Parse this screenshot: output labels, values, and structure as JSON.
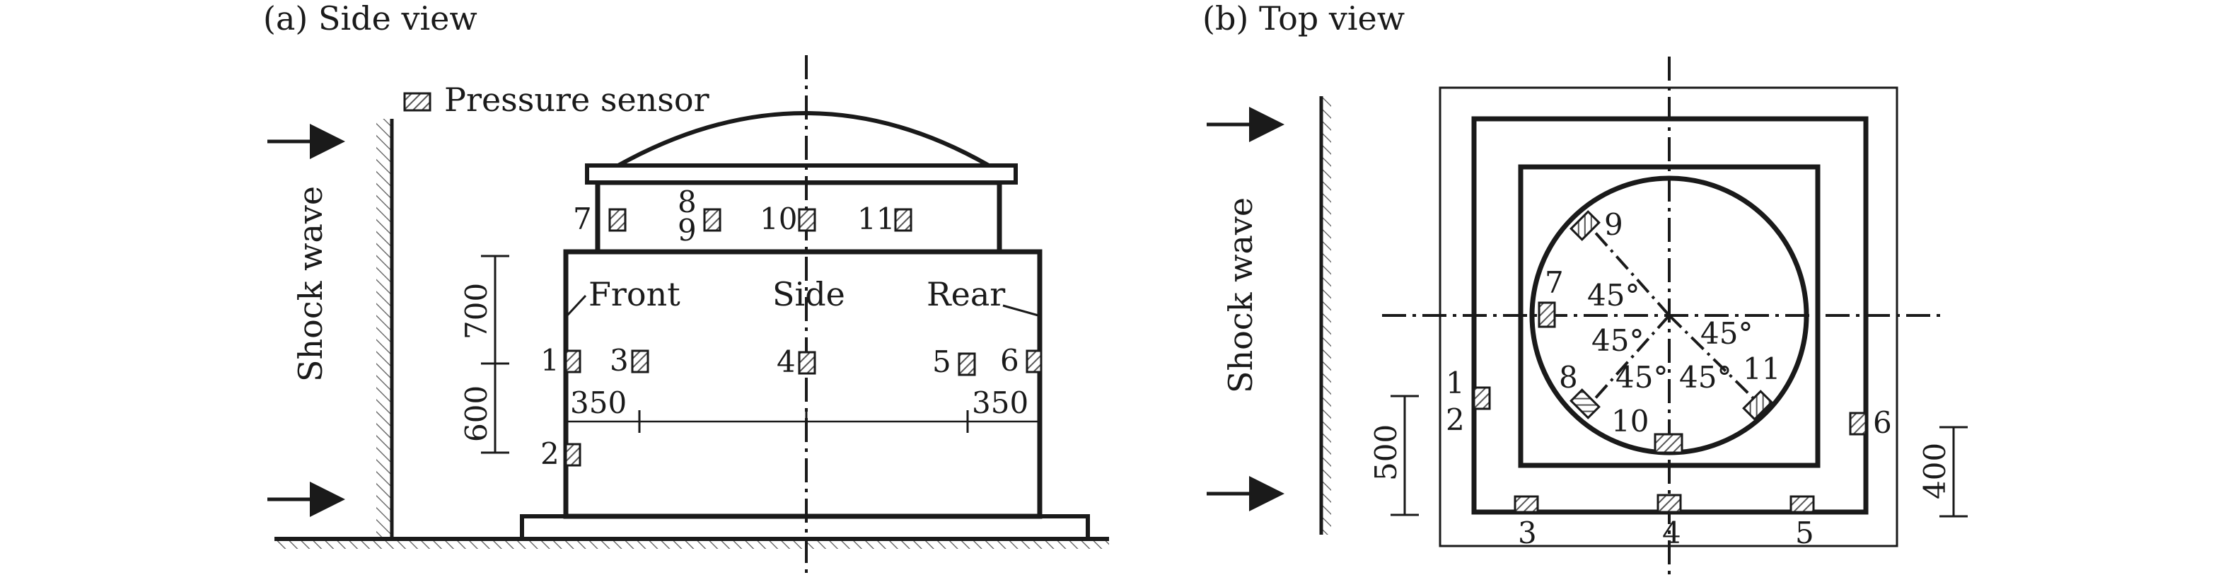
{
  "figure": {
    "side": {
      "caption": "(a) Side view",
      "legend": "Pressure sensor",
      "wave": "Shock wave",
      "front": "Front",
      "sidelabel": "Side",
      "rear": "Rear",
      "dim700": "700",
      "dim600": "600",
      "dim350a": "350",
      "dim350b": "350",
      "sensors": [
        "1",
        "2",
        "3",
        "4",
        "5",
        "6",
        "7",
        "8",
        "9",
        "10",
        "11"
      ]
    },
    "top": {
      "caption": "(b) Top view",
      "wave": "Shock wave",
      "dim500": "500",
      "dim400": "400",
      "angle": "45°",
      "sensors": [
        "1",
        "2",
        "3",
        "4",
        "5",
        "6",
        "7",
        "8",
        "9",
        "10",
        "11"
      ]
    },
    "colors": {
      "ink": "#1a1a1a",
      "hatch": "#555555"
    }
  }
}
